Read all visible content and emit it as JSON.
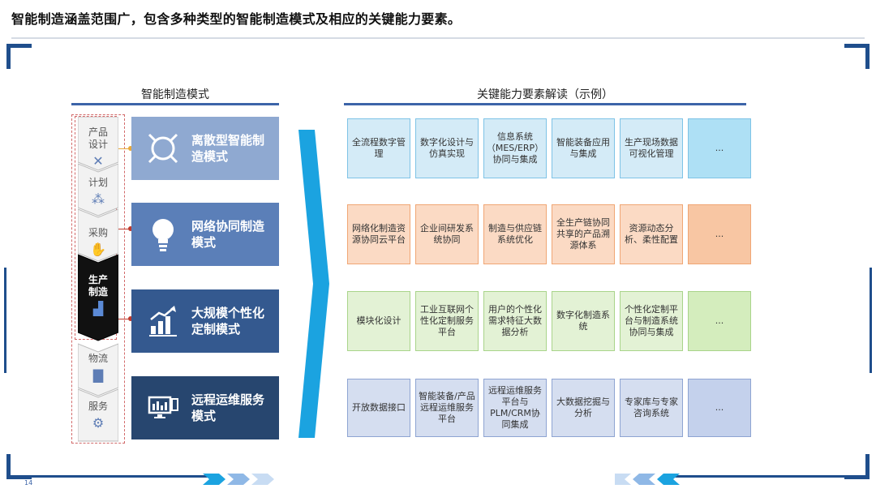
{
  "title": "智能制造涵盖范围广，包含多种类型的智能制造模式及相应的关键能力要素。",
  "left_heading": "智能制造模式",
  "right_heading": "关键能力要素解读（示例）",
  "process_steps": [
    {
      "label": "产品设计",
      "icon": "design-cross-icon"
    },
    {
      "label": "计划",
      "icon": "plan-nodes-icon"
    },
    {
      "label": "采购",
      "icon": "procurement-hand-icon"
    },
    {
      "label": "生产制造",
      "icon": "production-machine-icon"
    },
    {
      "label": "物流",
      "icon": "logistics-truck-icon"
    },
    {
      "label": "服务",
      "icon": "service-tools-icon"
    }
  ],
  "modes": [
    {
      "label": "离散型智能制造模式",
      "icon": "discrete-arrows-icon",
      "color": "#8fa9d1"
    },
    {
      "label": "网络协同制造模式",
      "icon": "lightbulb-icon",
      "color": "#5b7fb8"
    },
    {
      "label": "大规模个性化定制模式",
      "icon": "bar-chart-growth-icon",
      "color": "#34598f"
    },
    {
      "label": "远程运维服务模式",
      "icon": "remote-monitor-icon",
      "color": "#27466f"
    }
  ],
  "grid": [
    {
      "color": "#d4ebf7",
      "border": "#7ec3e6",
      "cells": [
        "全流程数字管理",
        "数字化设计与仿真实现",
        "信息系统（MES/ERP）协同与集成",
        "智能装备应用与集成",
        "生产现场数据可视化管理",
        "..."
      ]
    },
    {
      "color": "#fbdac4",
      "border": "#f0a674",
      "cells": [
        "网络化制造资源协同云平台",
        "企业间研发系统协同",
        "制造与供应链系统优化",
        "全生产链协同共享的产品溯源体系",
        "资源动态分析、柔性配置",
        "..."
      ]
    },
    {
      "color": "#e3f2d5",
      "border": "#a9d48a",
      "cells": [
        "模块化设计",
        "工业互联网个性化定制服务平台",
        "用户的个性化需求特征大数据分析",
        "数字化制造系统",
        "个性化定制平台与制造系统协同与集成",
        "..."
      ]
    },
    {
      "color": "#d5def0",
      "border": "#8ea4d2",
      "cells": [
        "开放数据接口",
        "智能装备/产品远程运维服务平台",
        "远程运维服务平台与PLM/CRM协同集成",
        "大数据挖掘与分析",
        "专家库与专家咨询系统",
        "..."
      ]
    }
  ],
  "page_number": "14"
}
